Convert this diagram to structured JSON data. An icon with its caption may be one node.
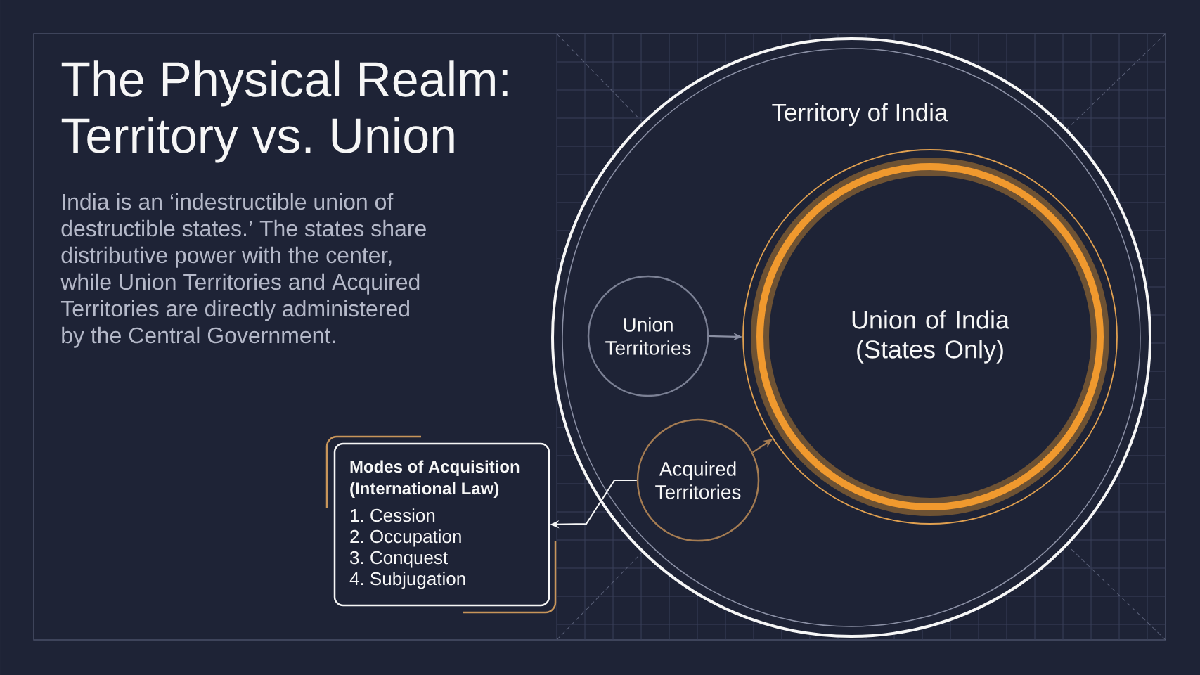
{
  "diagram": {
    "title": "The Physical Realm: Territory vs. Union",
    "nodes": [
      {
        "text": [
          "Territory of India"
        ]
      },
      {
        "text": [
          "Union of India (States Only)"
        ],
        "in": 0
      },
      {
        "text": [
          "Union Territories"
        ],
        "in": 0
      },
      {
        "text": [
          "Acquired Territories"
        ],
        "in": 0
      },
      {
        "text": [
          "Modes of Acquisition (International Law)",
          "1. Cession",
          "2. Occupation",
          "3. Conquest",
          "4. Subjugation"
        ]
      }
    ],
    "edges": [
      {
        "from": 2,
        "to": 1,
        "arrow": "to",
        "color": "#8a8fa3"
      },
      {
        "from": 3,
        "to": 1,
        "arrow": "to",
        "color": "#a57c52"
      },
      {
        "from": 3,
        "to": 4,
        "arrow": "to",
        "color": "#f6f6f6"
      }
    ],
    "labels": [
      "India is an ‘indestructible union of destructible states.’ The states share distributive power with the center, while Union Territories and Acquired Territories are directly administered by the Central Government."
    ]
  }
}
